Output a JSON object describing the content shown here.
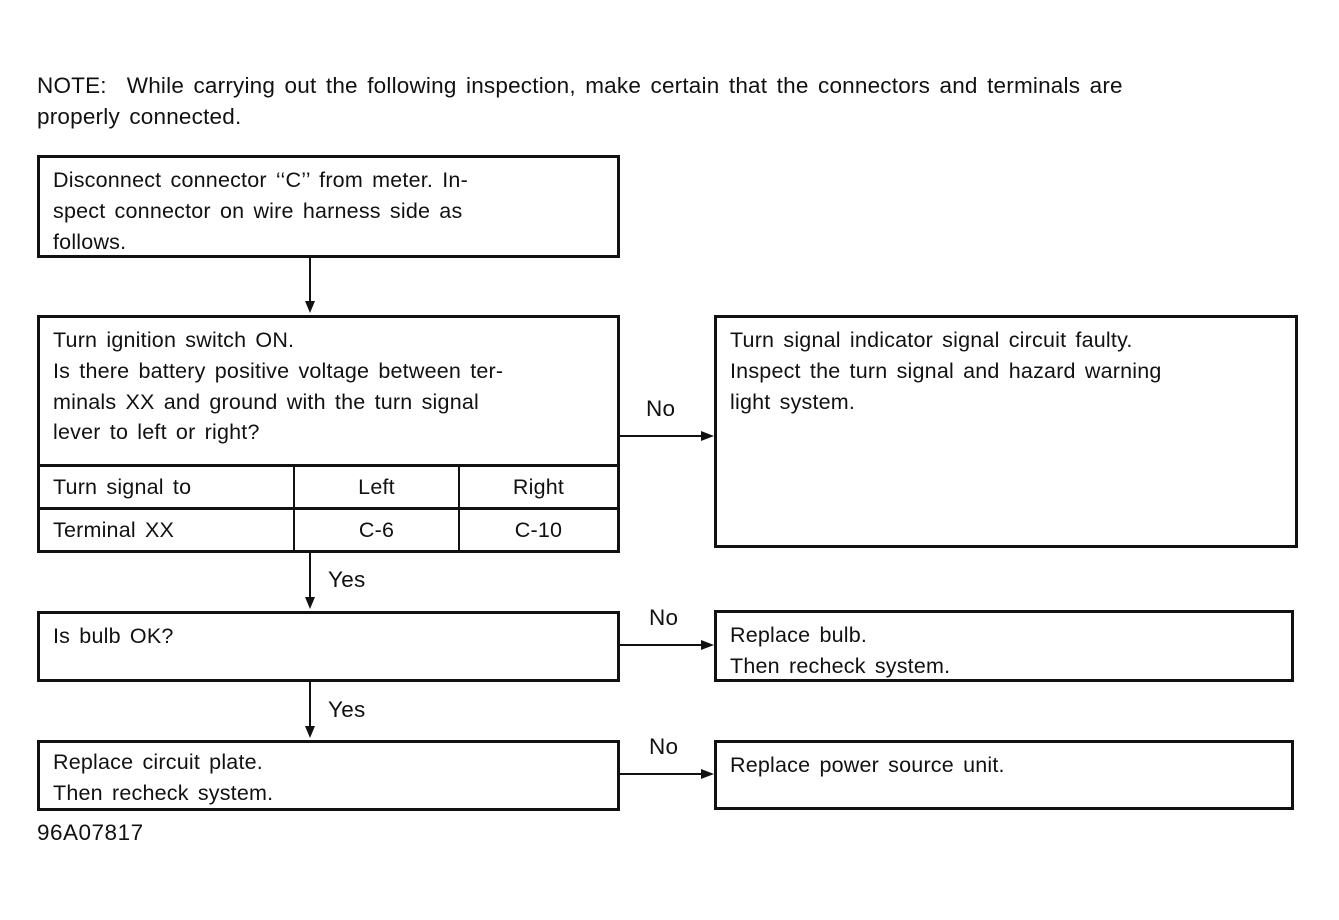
{
  "colors": {
    "ink": "#111111",
    "background": "#ffffff"
  },
  "note": {
    "label": "NOTE:",
    "lines": [
      "While carrying out the following inspection, make certain that the connectors and terminals are",
      "properly connected."
    ]
  },
  "flowchart": {
    "steps": {
      "step1": {
        "lines": [
          "Disconnect connector ‘‘C’’ from meter. In-",
          "spect connector on wire harness side as",
          "follows."
        ]
      },
      "step2": {
        "lines": [
          "Turn ignition switch ON.",
          "Is there battery positive voltage between ter-",
          "minals XX and ground with the turn signal",
          "lever to left or right?"
        ],
        "table": {
          "rows": [
            [
              "Turn signal to",
              "Left",
              "Right"
            ],
            [
              "Terminal XX",
              "C-6",
              "C-10"
            ]
          ]
        }
      },
      "step3": {
        "lines": [
          "Is bulb OK?"
        ]
      },
      "step4": {
        "lines": [
          "Replace circuit plate.",
          "Then recheck system."
        ]
      }
    },
    "results": {
      "result1": {
        "lines": [
          "Turn signal indicator signal circuit faulty.",
          "Inspect the turn signal and hazard warning",
          "light system."
        ]
      },
      "result2": {
        "lines": [
          "Replace bulb.",
          "Then recheck system."
        ]
      },
      "result3": {
        "lines": [
          "Replace power source unit."
        ]
      }
    },
    "labels": {
      "yes": "Yes",
      "no": "No"
    }
  },
  "footer": {
    "code": "96A07817"
  }
}
